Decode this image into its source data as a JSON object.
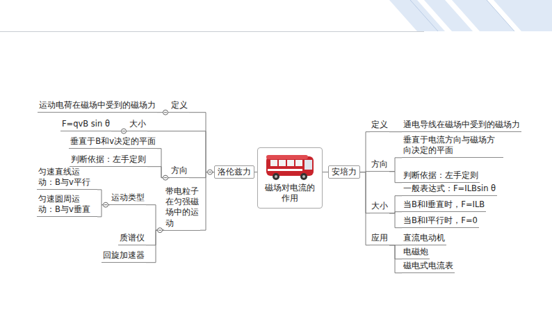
{
  "diagram": {
    "nodes": [
      {
        "text": [
          "磁场对电流的作用"
        ]
      },
      {
        "text": [
          "洛伦兹力"
        ]
      },
      {
        "text": [
          "定义"
        ]
      },
      {
        "text": [
          "运动电荷在磁场中受到的磁场力"
        ]
      },
      {
        "text": [
          "大小"
        ]
      },
      {
        "text": [
          "F=qvB sin θ"
        ]
      },
      {
        "text": [
          "方向"
        ]
      },
      {
        "text": [
          "垂直于B和v决定的平面"
        ]
      },
      {
        "text": [
          "判断依据：左手定则"
        ]
      },
      {
        "text": [
          "带电粒子在匀强磁场中的运动"
        ]
      },
      {
        "text": [
          "运动类型"
        ]
      },
      {
        "text": [
          "匀速直线运动：B与v平行"
        ]
      },
      {
        "text": [
          "匀速圆周运动：B与v垂直"
        ]
      },
      {
        "text": [
          "质谱仪"
        ]
      },
      {
        "text": [
          "回旋加速器"
        ]
      },
      {
        "text": [
          "安培力"
        ]
      },
      {
        "text": [
          "定义"
        ]
      },
      {
        "text": [
          "通电导线在磁场中受到的磁场力"
        ]
      },
      {
        "text": [
          "方向"
        ]
      },
      {
        "text": [
          "垂直于电流方向与磁场方向决定的平面"
        ]
      },
      {
        "text": [
          "判断依据：左手定则"
        ]
      },
      {
        "text": [
          "大小"
        ]
      },
      {
        "text": [
          "一般表达式：F=ILBsin θ"
        ]
      },
      {
        "text": [
          "当B和I垂直时，F=ILB"
        ]
      },
      {
        "text": [
          "当B和I平行时，F=0"
        ]
      },
      {
        "text": [
          "应用"
        ]
      },
      {
        "text": [
          "直流电动机"
        ]
      },
      {
        "text": [
          "电磁炮"
        ]
      },
      {
        "text": [
          "磁电式电流表"
        ]
      }
    ],
    "edges": [
      {
        "from": 0,
        "to": 1,
        "arrow": "none"
      },
      {
        "from": 1,
        "to": 2,
        "arrow": "none"
      },
      {
        "from": 2,
        "to": 3,
        "arrow": "none"
      },
      {
        "from": 1,
        "to": 4,
        "arrow": "none"
      },
      {
        "from": 4,
        "to": 5,
        "arrow": "none"
      },
      {
        "from": 1,
        "to": 6,
        "arrow": "none"
      },
      {
        "from": 6,
        "to": 7,
        "arrow": "none"
      },
      {
        "from": 6,
        "to": 8,
        "arrow": "none"
      },
      {
        "from": 1,
        "to": 9,
        "arrow": "none"
      },
      {
        "from": 9,
        "to": 10,
        "arrow": "none"
      },
      {
        "from": 10,
        "to": 11,
        "arrow": "none"
      },
      {
        "from": 10,
        "to": 12,
        "arrow": "none"
      },
      {
        "from": 9,
        "to": 13,
        "arrow": "none"
      },
      {
        "from": 9,
        "to": 14,
        "arrow": "none"
      },
      {
        "from": 0,
        "to": 15,
        "arrow": "none"
      },
      {
        "from": 15,
        "to": 16,
        "arrow": "none"
      },
      {
        "from": 16,
        "to": 17,
        "arrow": "none"
      },
      {
        "from": 15,
        "to": 18,
        "arrow": "none"
      },
      {
        "from": 18,
        "to": 19,
        "arrow": "none"
      },
      {
        "from": 18,
        "to": 20,
        "arrow": "none"
      },
      {
        "from": 15,
        "to": 21,
        "arrow": "none"
      },
      {
        "from": 21,
        "to": 22,
        "arrow": "none"
      },
      {
        "from": 21,
        "to": 23,
        "arrow": "none"
      },
      {
        "from": 21,
        "to": 24,
        "arrow": "none"
      },
      {
        "from": 15,
        "to": 25,
        "arrow": "none"
      },
      {
        "from": 25,
        "to": 26,
        "arrow": "none"
      },
      {
        "from": 25,
        "to": 27,
        "arrow": "none"
      },
      {
        "from": 25,
        "to": 28,
        "arrow": "none"
      }
    ]
  }
}
